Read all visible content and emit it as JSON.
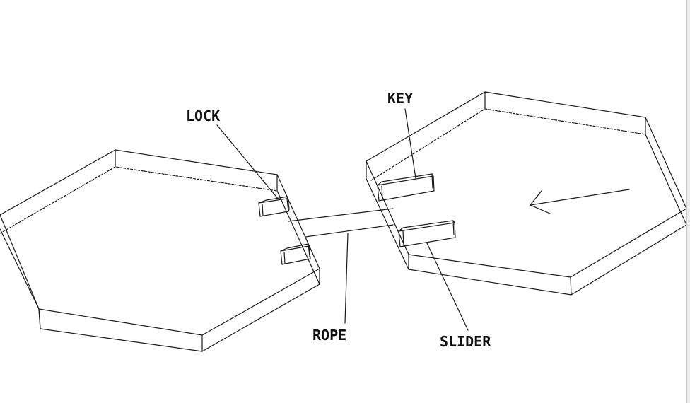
{
  "labels": {
    "lock": "LOCK",
    "key": "KEY",
    "rope": "ROPE",
    "slider": "SLIDER"
  },
  "colors": {
    "line": "#1a1a1a",
    "text": "#111111",
    "background": "#ffffff"
  }
}
